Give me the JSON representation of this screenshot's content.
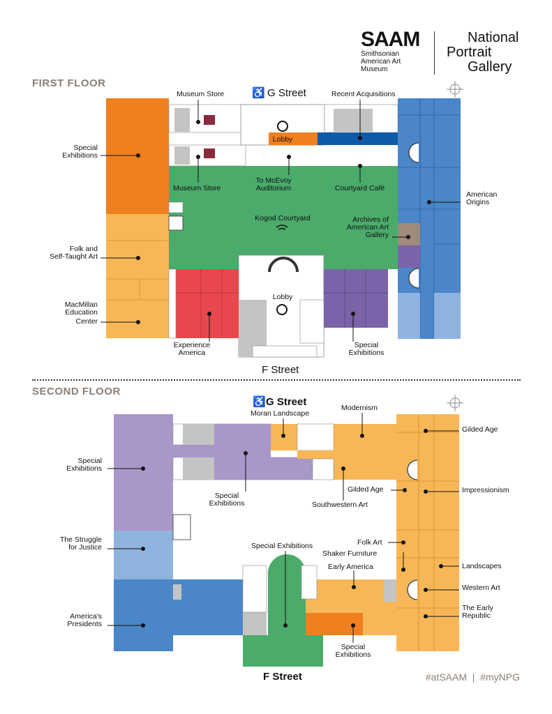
{
  "header": {
    "saam_logo": "SAAM",
    "saam_sub": [
      "Smithsonian",
      "American Art",
      "Museum"
    ],
    "npg_logo": [
      "National",
      "Portrait",
      "Gallery"
    ]
  },
  "first_floor": {
    "title": "FIRST FLOOR",
    "street_top": "G Street",
    "street_bottom": "F Street",
    "courtyard": "Kogod Courtyard",
    "lobby_top": "Lobby",
    "lobby_bottom": "Lobby",
    "labels": {
      "museum_store_top": "Museum Store",
      "museum_store_mid": "Museum Store",
      "recent_acquisitions": "Recent Acquisitions",
      "special_exhibitions_left": [
        "Special",
        "Exhibitions"
      ],
      "mcevoy": [
        "To McEvoy",
        "Auditorium"
      ],
      "courtyard_cafe": "Courtyard Café",
      "american_origins": [
        "American",
        "Origins"
      ],
      "archives": [
        "Archives of",
        "American Art",
        "Gallery"
      ],
      "folk_art": [
        "Folk and",
        "Self-Taught Art"
      ],
      "macmillan": [
        "MacMillan",
        "Education",
        "Center"
      ],
      "experience_america": [
        "Experience",
        "America"
      ],
      "special_exhibitions_bottom": [
        "Special",
        "Exhibitions"
      ]
    }
  },
  "second_floor": {
    "title": "SECOND FLOOR",
    "street_top": "G Street",
    "street_bottom": "F Street",
    "labels": {
      "moran": "Moran Landscape",
      "modernism": "Modernism",
      "gilded_age_right": "Gilded Age",
      "special_exhibitions_left": [
        "Special",
        "Exhibitions"
      ],
      "special_exhibitions_mid": [
        "Special",
        "Exhibitions"
      ],
      "gilded_age_mid": "Gilded Age",
      "impressionism": "Impressionism",
      "southwestern": "Southwestern Art",
      "struggle": [
        "The Struggle",
        "for Justice"
      ],
      "special_exhibitions_center": "Special Exhibitions",
      "folk_art": "Folk Art",
      "shaker": "Shaker Furniture",
      "early_america": "Early America",
      "landscapes": "Landscapes",
      "western_art": "Western Art",
      "early_republic": [
        "The Early",
        "Republic"
      ],
      "presidents": [
        "America's",
        "Presidents"
      ],
      "special_exhibitions_bottom": [
        "Special",
        "Exhibitions"
      ]
    }
  },
  "footer": {
    "tags": "#atSAAM  |  #myNPG"
  },
  "colors": {
    "orange": "#f07f1f",
    "light_orange": "#f8b756",
    "green": "#4bab6b",
    "blue": "#4a86c8",
    "dark_blue": "#0f5aa8",
    "light_blue": "#8fb3df",
    "red": "#e8484d",
    "purple": "#7c62a8",
    "lavender": "#a897c9",
    "brown": "#a08a7a",
    "gray": "#c4c4c4"
  }
}
